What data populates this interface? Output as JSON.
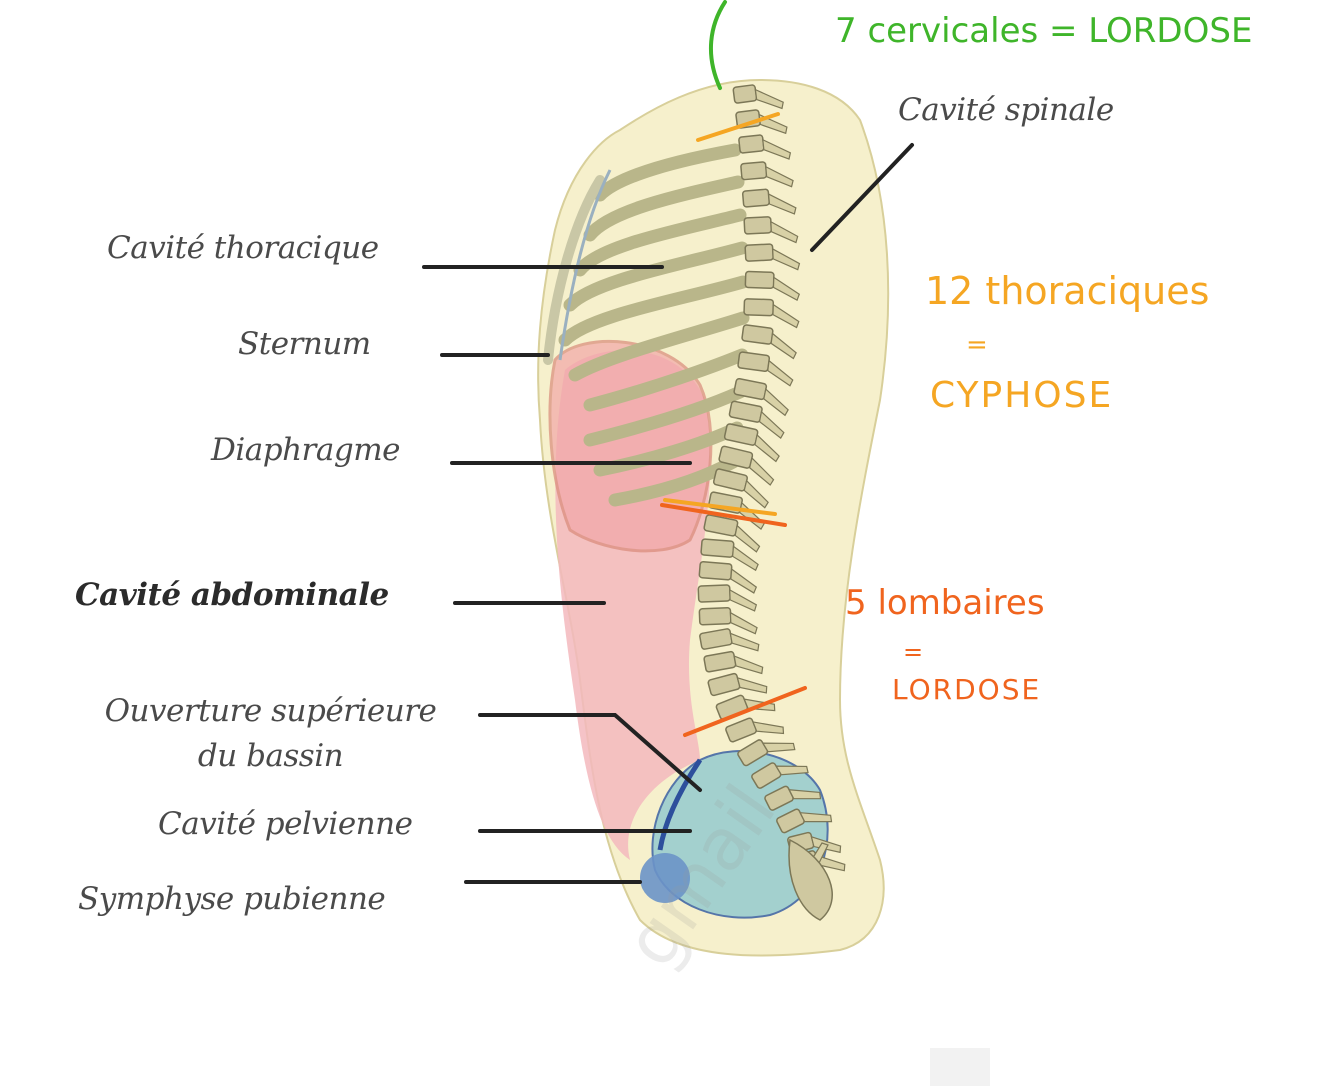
{
  "labels": {
    "cavite_spinale": "Cavité spinale",
    "cavite_thoracique": "Cavité thoracique",
    "sternum": "Sternum",
    "diaphragme": "Diaphragme",
    "cavite_abdominale": "Cavité abdominale",
    "ouverture_line1": "Ouverture supérieure",
    "ouverture_line2": "du bassin",
    "cavite_pelvienne": "Cavité pelvienne",
    "symphyse_pubienne": "Symphyse pubienne"
  },
  "annotations": {
    "cervicales": "7 cervicales = LORDOSE",
    "thoraciques": "12 thoraciques",
    "thoraciques_eq": "=",
    "cyphose": "CYPHOSE",
    "lombaires": "5 lombaires",
    "lombaires_eq": "=",
    "lordose": "LORDOSE"
  },
  "watermark": "gmail",
  "colors": {
    "green": "#3fb52a",
    "yellow": "#f5a623",
    "orange": "#f0641e",
    "abdomen": "#f3b9bd",
    "pelvis": "#9fcfcf",
    "bone": "#cfc8a0",
    "skin": "#f6f0cc"
  }
}
